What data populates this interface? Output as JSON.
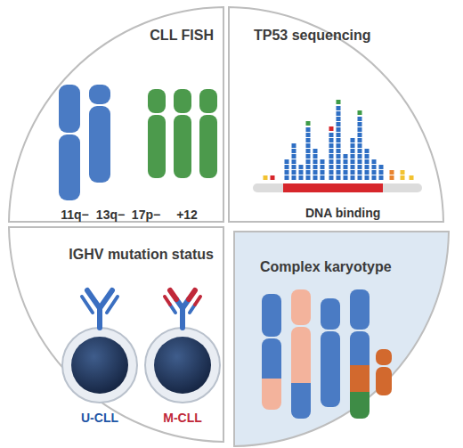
{
  "diagram": {
    "nodes": [
      {
        "text": [
          "CLL FISH"
        ]
      },
      {
        "text": [
          "TP53 sequencing"
        ]
      },
      {
        "text": [
          "IGHV mutation status"
        ]
      },
      {
        "text": [
          "Complex karyotype"
        ]
      }
    ],
    "labels": [
      "11q−",
      "13q−",
      "17p−",
      "+12",
      "DNA binding",
      "U-CLL",
      "M-CLL"
    ]
  }
}
